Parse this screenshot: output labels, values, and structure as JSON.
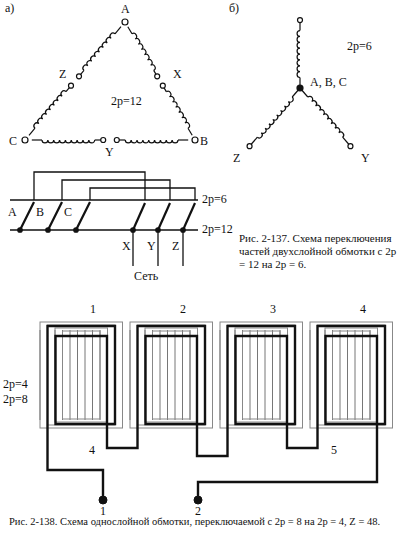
{
  "diagram": {
    "labels": [
      "а)",
      "A",
      "X",
      "Z",
      "2p=12",
      "C",
      "Y",
      "B",
      "б)",
      "A, B, C",
      "Z",
      "Y",
      "2p=6",
      "A",
      "B",
      "C",
      "2p=6",
      "2p=12",
      "X",
      "Y",
      "Z",
      "Сеть",
      "Рис. 2-137. Схема переключения частей двухслойной обмотки с 2p = 12 на 2p = 6.",
      "1",
      "2",
      "3",
      "4",
      "2p=4",
      "2p=8",
      "4",
      "5",
      "1",
      "2",
      "Рис. 2-138. Схема однослойной обмотки, переключаемой с 2p = 8 на 2p = 4, Z = 48."
    ]
  }
}
